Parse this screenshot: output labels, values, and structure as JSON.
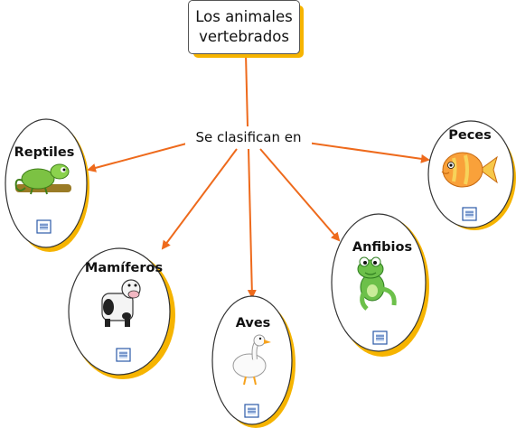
{
  "title": {
    "line1": "Los animales",
    "line2": "vertebrados"
  },
  "linking_phrase": "Se clasifican en",
  "nodes": [
    {
      "label": "Reptiles",
      "picture": "green-chameleon-on-branch"
    },
    {
      "label": "Mamíferos",
      "picture": "cartoon-cow"
    },
    {
      "label": "Aves",
      "picture": "white-goose"
    },
    {
      "label": "Anfibios",
      "picture": "green-frog"
    },
    {
      "label": "Peces",
      "picture": "orange-fish"
    }
  ],
  "icons": {
    "resource": "document-resource-icon"
  },
  "colors": {
    "arrow": "#ee6a1c",
    "shadow": "#f6b400",
    "border": "#333333"
  }
}
